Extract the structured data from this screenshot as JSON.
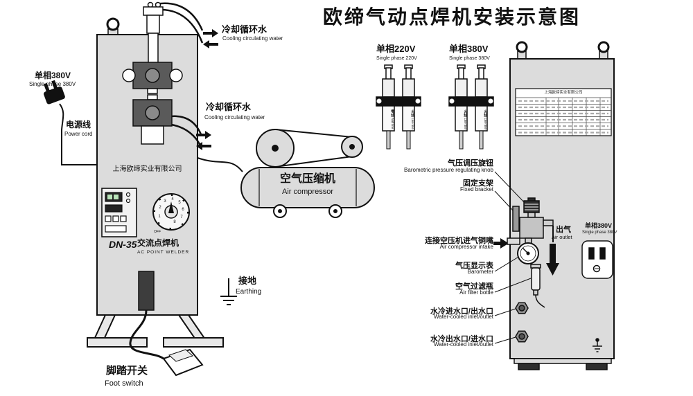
{
  "title": "欧缔气动点焊机安装示意图",
  "welder_front": {
    "company": "上海欧缔实业有限公司",
    "model": "DN-35",
    "model_cn": "交流点焊机",
    "model_en": "AC POINT WELDER",
    "dial": {
      "numbers": [
        "1",
        "2",
        "3",
        "4",
        "5",
        "6",
        "7",
        "8"
      ],
      "off": "OFF"
    },
    "labels": {
      "cooling_top_cn": "冷却循环水",
      "cooling_top_en": "Cooling circulating water",
      "cooling_mid_cn": "冷却循环水",
      "cooling_mid_en": "Cooling circulating water",
      "power_cn": "单相380V",
      "power_en": "Single phase 380V",
      "power_cord_cn": "电源线",
      "power_cord_en": "Power cord",
      "earthing_cn": "接地",
      "earthing_en": "Earthing",
      "foot_switch_cn": "脚踏开关",
      "foot_switch_en": "Foot switch"
    }
  },
  "compressor": {
    "label_cn": "空气压缩机",
    "label_en": "Air compressor"
  },
  "plugs": {
    "p220": {
      "title_cn": "单相220V",
      "title_en": "Single phase 220V",
      "pin1_cn": "零线",
      "pin1_en": "Null line",
      "pin2_cn": "火线",
      "pin2_en": "Live line"
    },
    "p380": {
      "title_cn": "单相380V",
      "title_en": "Single phase 380V",
      "pin1_cn": "火线",
      "pin1_en": "Live line",
      "pin2_cn": "火线",
      "pin2_en": "Live line"
    }
  },
  "welder_back": {
    "nameplate_title": "上海欧缔实业有限公司",
    "air_outlet_cn": "出气",
    "air_outlet_en": "Air outlet",
    "power_cn": "单相380V",
    "power_en": "Single phase 380V",
    "callouts": [
      {
        "cn": "气压调压旋钮",
        "en": "Barometric pressure regulating knob"
      },
      {
        "cn": "固定支架",
        "en": "Fixed bracket"
      },
      {
        "cn": "连接空压机进气铜嘴",
        "en": "Air compressor intake"
      },
      {
        "cn": "气压显示表",
        "en": "Barometer"
      },
      {
        "cn": "空气过滤瓶",
        "en": "Air filter bottle"
      },
      {
        "cn": "水冷进水口/出水口",
        "en": "Water-cooled inlet/outlet"
      },
      {
        "cn": "水冷出水口/进水口",
        "en": "Water-cooled inlet/outlet"
      }
    ]
  }
}
